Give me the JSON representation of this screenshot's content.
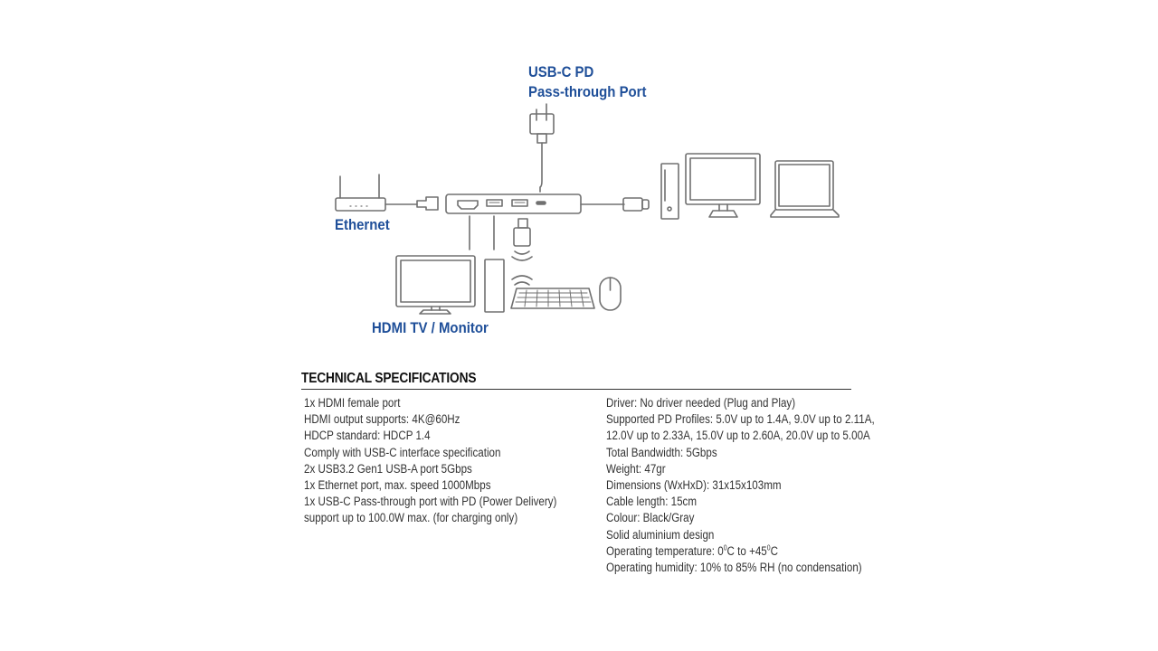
{
  "diagram": {
    "labels": {
      "usb_c_line1": "USB-C PD",
      "usb_c_line2": "Pass-through Port",
      "ethernet": "Ethernet",
      "hdmi": "HDMI TV / Monitor"
    },
    "accent_color": "#1f4f99",
    "line_color": "#707070",
    "icons": [
      "power-adapter-icon",
      "router-icon",
      "ethernet-plug-icon",
      "usb-hub-icon",
      "usb-c-plug-icon",
      "desktop-tower-icon",
      "desktop-monitor-icon",
      "laptop-icon",
      "usb-dongle-icon",
      "wireless-signal-icon",
      "tv-monitor-icon",
      "external-drive-icon",
      "keyboard-icon",
      "mouse-icon"
    ]
  },
  "specs": {
    "title": "TECHNICAL SPECIFICATIONS",
    "left": [
      "1x HDMI female port",
      "HDMI output supports: 4K@60Hz",
      "HDCP standard: HDCP 1.4",
      "Comply with USB-C interface specification",
      "2x USB3.2 Gen1 USB-A port 5Gbps",
      "1x Ethernet port, max. speed 1000Mbps",
      "1x USB-C Pass-through port with PD (Power Delivery)",
      "support up to 100.0W max. (for charging only)"
    ],
    "right": [
      "Driver: No driver needed (Plug and Play)",
      "Supported PD Profiles: 5.0V up to 1.4A, 9.0V up to 2.11A,",
      "12.0V up to 2.33A, 15.0V up to 2.60A, 20.0V up to 5.00A",
      "Total Bandwidth: 5Gbps",
      "Weight: 47gr",
      "Dimensions (WxHxD): 31x15x103mm",
      "Cable length: 15cm",
      "Colour: Black/Gray",
      "Solid aluminium design"
    ],
    "temperature": {
      "prefix": "Operating temperature: 0",
      "sup1": "0",
      "middle": "C to +45",
      "sup2": "0",
      "suffix": "C"
    },
    "humidity": "Operating humidity: 10% to 85% RH (no condensation)"
  }
}
